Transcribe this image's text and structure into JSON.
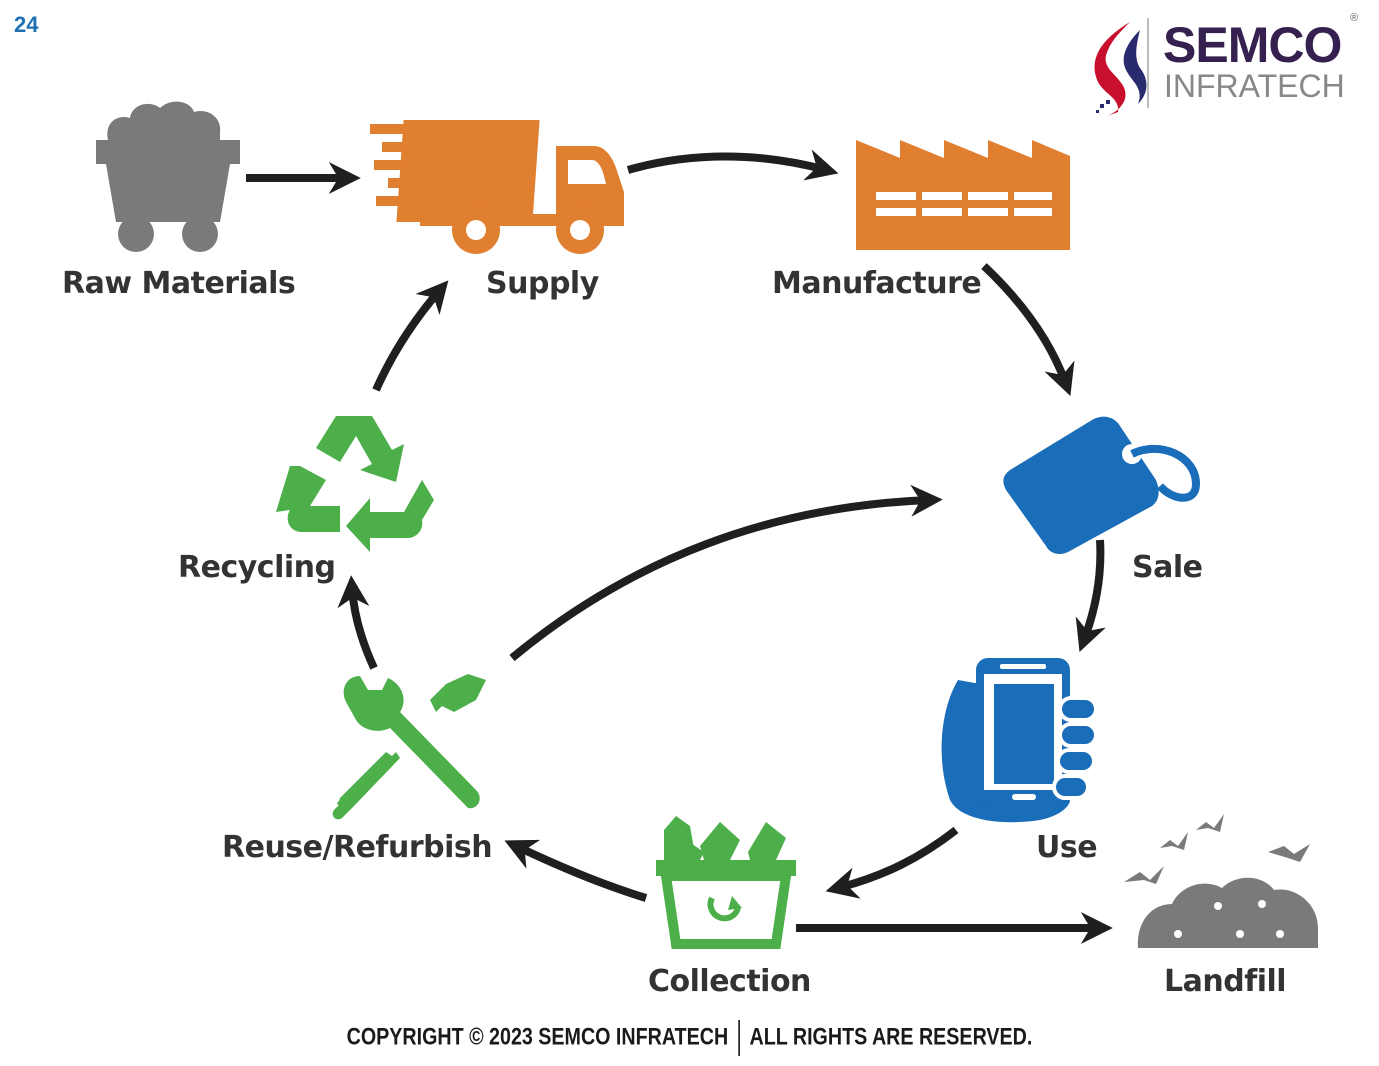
{
  "page": {
    "number": "24"
  },
  "logo": {
    "brand": "SEMCO",
    "sub": "INFRATECH",
    "reg_mark": "®"
  },
  "stages": {
    "raw_materials": "Raw Materials",
    "supply": "Supply",
    "manufacture": "Manufacture",
    "sale": "Sale",
    "use": "Use",
    "collection": "Collection",
    "landfill": "Landfill",
    "reuse": "Reuse/Refurbish",
    "recycling": "Recycling"
  },
  "footer": {
    "copyright": "COPYRIGHT © 2023 SEMCO INFRATECH",
    "rights": "ALL RIGHTS ARE RESERVED."
  },
  "colors": {
    "orange": "#e07f2f",
    "blue": "#1a6db8",
    "green": "#4caf4a",
    "gray": "#7a7a7c",
    "arrow": "#1f1f1f"
  }
}
